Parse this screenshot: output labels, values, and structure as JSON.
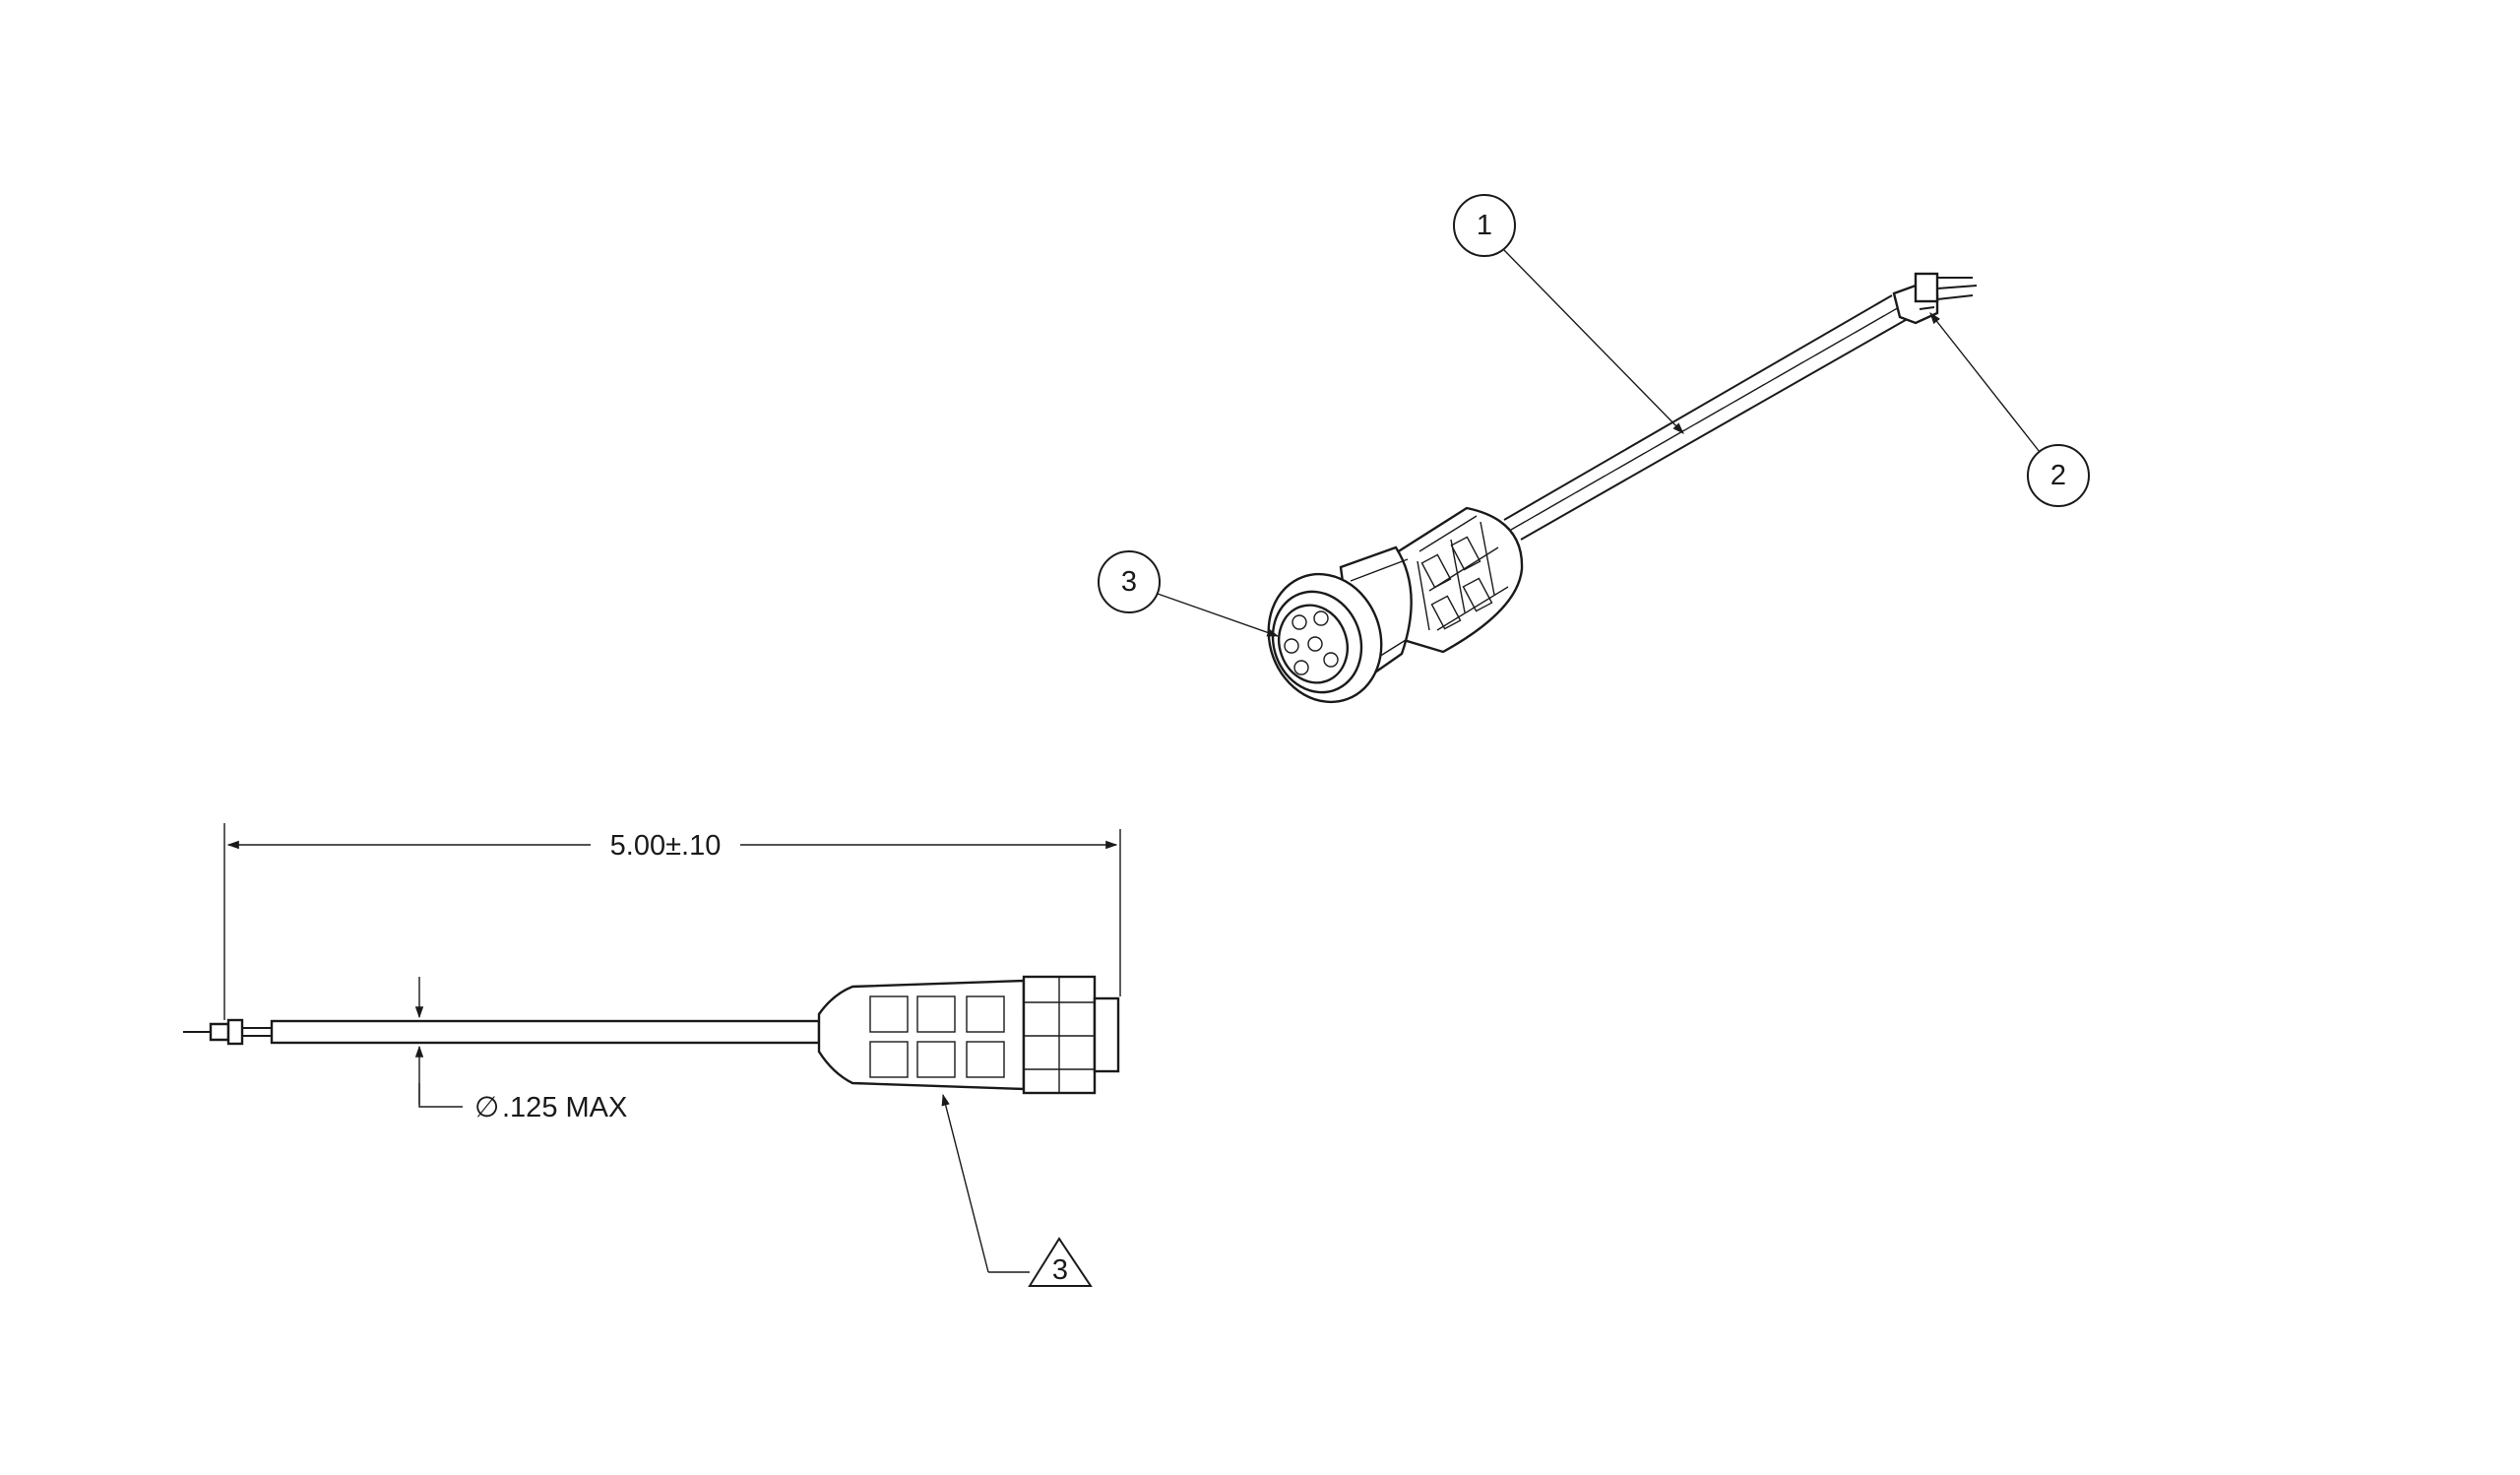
{
  "balloons": [
    {
      "id": "balloon-1",
      "label": "1"
    },
    {
      "id": "balloon-2",
      "label": "2"
    },
    {
      "id": "balloon-3",
      "label": "3"
    }
  ],
  "dimensions": {
    "overall_length": "5.00±.10",
    "diameter_symbol": "∅",
    "cable_diameter": ".125 MAX"
  },
  "note_flag": {
    "label": "3",
    "shape": "triangle"
  }
}
